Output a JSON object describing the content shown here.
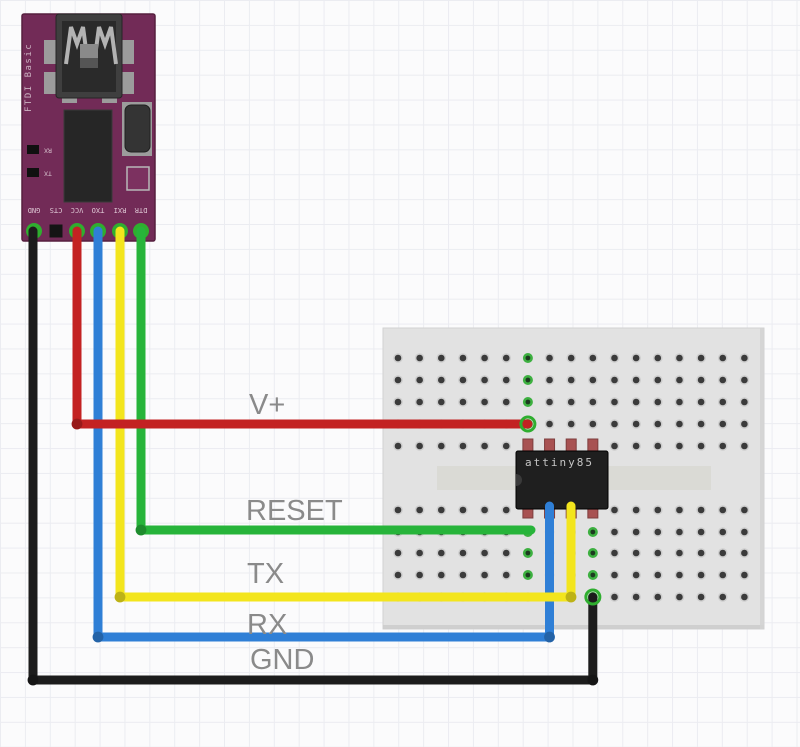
{
  "colors": {
    "pcb": "#722b57",
    "pcb_edge": "#56203f",
    "breadboard": "#e2e2e2",
    "channel": "#dadad5",
    "hole": "#3b3b3b",
    "green_hole": "#3db040",
    "ring_green": "#2fae2f",
    "chip_body": "#1f1f1f",
    "chip_pin": "#a85252",
    "label_text": "#8a8a8a"
  },
  "ftdi": {
    "silkscreen_label": "FTDI Basic",
    "led_labels": [
      "RX",
      "TX"
    ],
    "pins": [
      {
        "label": "GND",
        "type": "hole"
      },
      {
        "label": "CTS",
        "type": "pad"
      },
      {
        "label": "VCC",
        "type": "hole"
      },
      {
        "label": "TXO",
        "type": "hole"
      },
      {
        "label": "RXI",
        "type": "hole"
      },
      {
        "label": "DTR",
        "type": "hole"
      }
    ]
  },
  "chip": {
    "label": "attiny85"
  },
  "breadboard": {
    "green_holes": [
      [
        6,
        0
      ],
      [
        6,
        1
      ],
      [
        6,
        2
      ],
      [
        6,
        6
      ],
      [
        6,
        7
      ],
      [
        6,
        8
      ],
      [
        9,
        6
      ],
      [
        9,
        7
      ],
      [
        9,
        8
      ]
    ],
    "connection_holes": [
      [
        6,
        3
      ],
      [
        9,
        9
      ]
    ]
  },
  "wires": [
    {
      "name": "rx-wire",
      "signal": "RX",
      "color": "#2f7fd6"
    },
    {
      "name": "reset-wire",
      "signal": "RESET",
      "color": "#27b43a"
    },
    {
      "name": "tx-wire",
      "signal": "TX",
      "color": "#f3e51d"
    },
    {
      "name": "vplus-wire",
      "signal": "V+",
      "color": "#c32222"
    },
    {
      "name": "gnd-wire",
      "signal": "GND",
      "color": "#1c1c1c"
    }
  ]
}
